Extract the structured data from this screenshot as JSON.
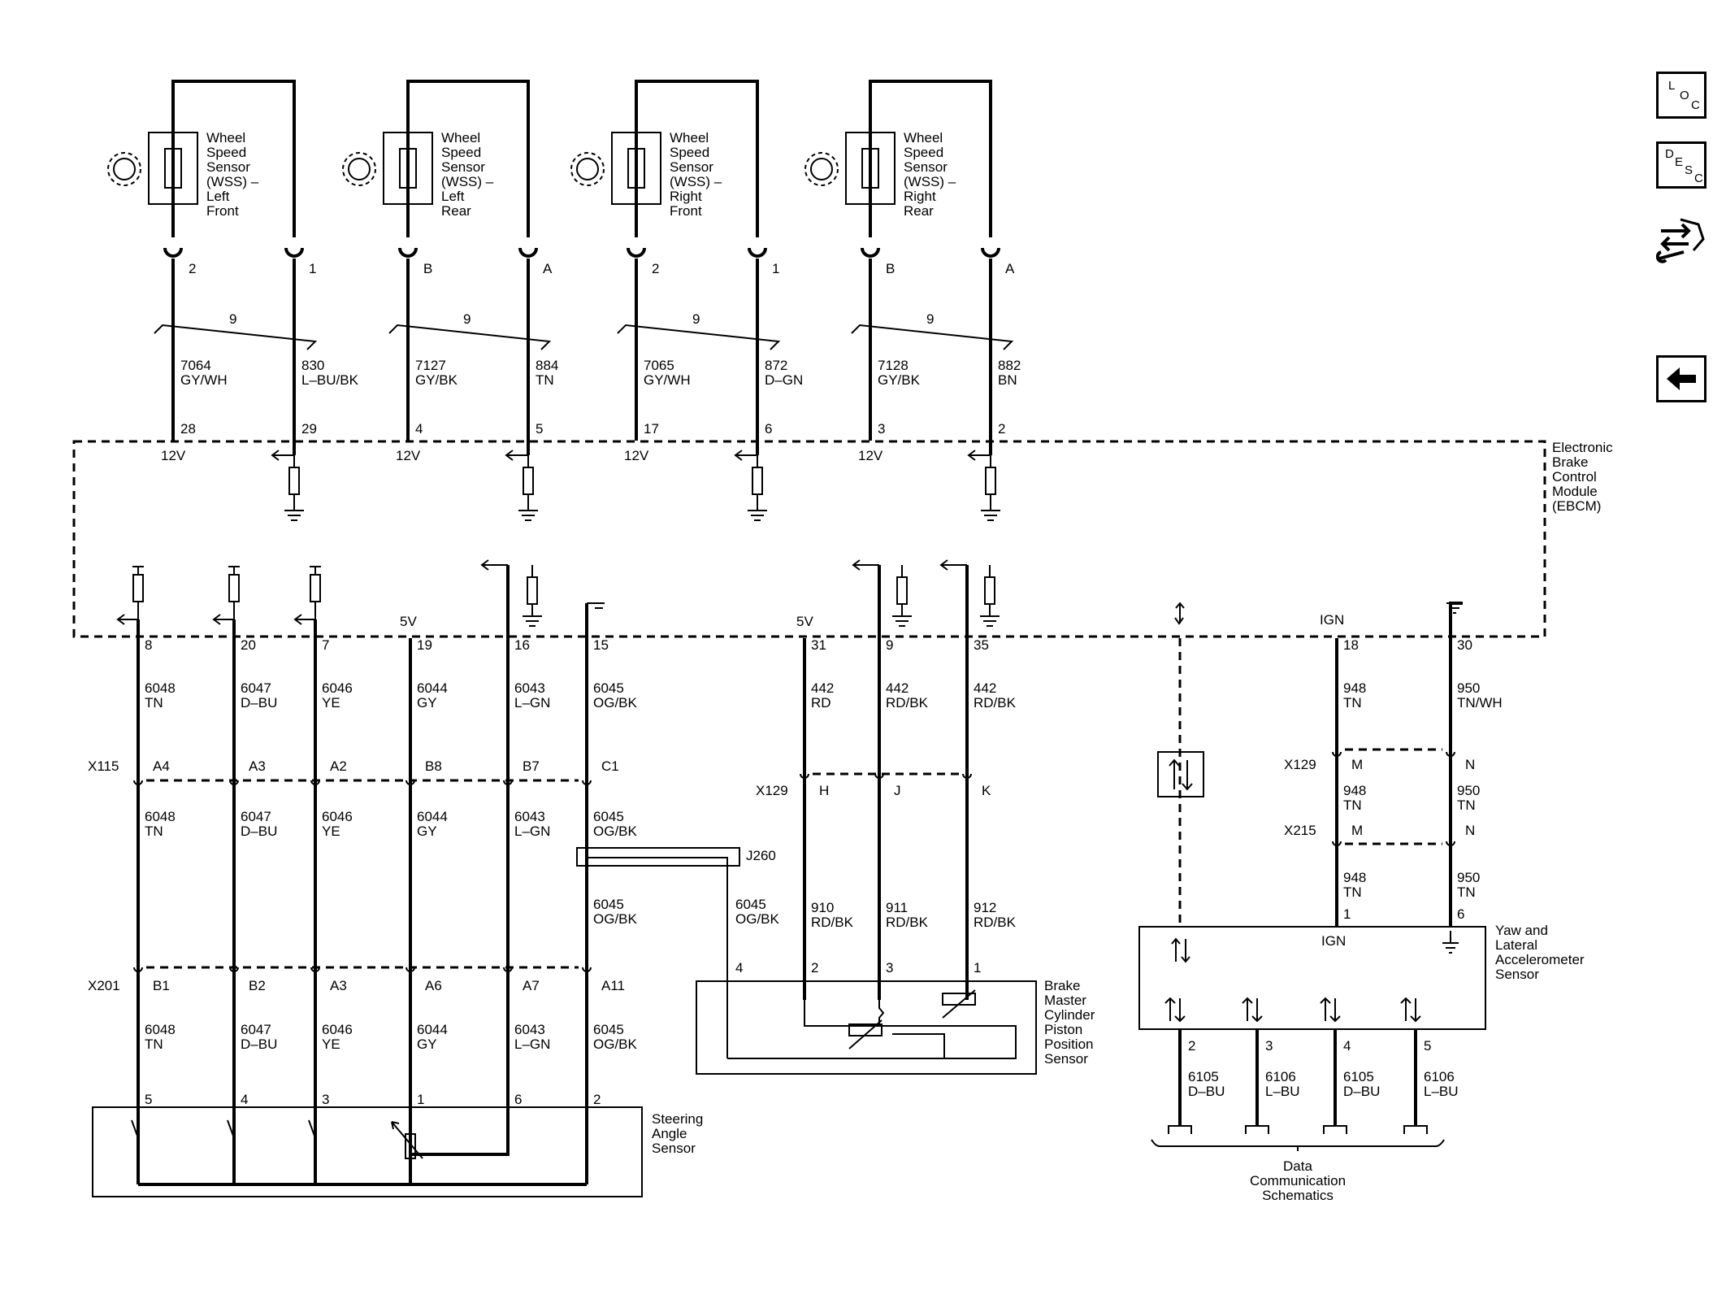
{
  "wheel_sensors": [
    {
      "label": [
        "Wheel",
        "Speed",
        "Sensor",
        "(WSS) –",
        "Left",
        "Front"
      ],
      "pin_left": "2",
      "pin_right": "1",
      "wire_left_num": "7064",
      "wire_left_color": "GY/WH",
      "wire_right_num": "830",
      "wire_right_color": "L–BU/BK",
      "ecm_pin_left": "28",
      "ecm_pin_right": "29"
    },
    {
      "label": [
        "Wheel",
        "Speed",
        "Sensor",
        "(WSS) –",
        "Left",
        "Rear"
      ],
      "pin_left": "B",
      "pin_right": "A",
      "wire_left_num": "7127",
      "wire_left_color": "GY/BK",
      "wire_right_num": "884",
      "wire_right_color": "TN",
      "ecm_pin_left": "4",
      "ecm_pin_right": "5"
    },
    {
      "label": [
        "Wheel",
        "Speed",
        "Sensor",
        "(WSS) –",
        "Right",
        "Front"
      ],
      "pin_left": "2",
      "pin_right": "1",
      "wire_left_num": "7065",
      "wire_left_color": "GY/WH",
      "wire_right_num": "872",
      "wire_right_color": "D–GN",
      "ecm_pin_left": "17",
      "ecm_pin_right": "6"
    },
    {
      "label": [
        "Wheel",
        "Speed",
        "Sensor",
        "(WSS) –",
        "Right",
        "Rear"
      ],
      "pin_left": "B",
      "pin_right": "A",
      "wire_left_num": "7128",
      "wire_left_color": "GY/BK",
      "wire_right_num": "882",
      "wire_right_color": "BN",
      "ecm_pin_left": "3",
      "ecm_pin_right": "2"
    }
  ],
  "twist_count": "9",
  "volt_12": "12V",
  "volt_5": "5V",
  "ign": "IGN",
  "ebcm_label": [
    "Electronic",
    "Brake",
    "Control",
    "Module",
    "(EBCM)"
  ],
  "steering": {
    "ebcm_pins": [
      "8",
      "20",
      "7",
      "19",
      "16",
      "15"
    ],
    "wires1": [
      [
        "6048",
        "TN"
      ],
      [
        "6047",
        "D–BU"
      ],
      [
        "6046",
        "YE"
      ],
      [
        "6044",
        "GY"
      ],
      [
        "6043",
        "L–GN"
      ],
      [
        "6045",
        "OG/BK"
      ]
    ],
    "x115_label": "X115",
    "x115_pins": [
      "A4",
      "A3",
      "A2",
      "B8",
      "B7",
      "C1"
    ],
    "wires2": [
      [
        "6048",
        "TN"
      ],
      [
        "6047",
        "D–BU"
      ],
      [
        "6046",
        "YE"
      ],
      [
        "6044",
        "GY"
      ],
      [
        "6043",
        "L–GN"
      ],
      [
        "6045",
        "OG/BK"
      ]
    ],
    "x201_label": "X201",
    "x201_pins": [
      "B1",
      "B2",
      "A3",
      "A6",
      "A7",
      "A11"
    ],
    "wires3": [
      [
        "6048",
        "TN"
      ],
      [
        "6047",
        "D–BU"
      ],
      [
        "6046",
        "YE"
      ],
      [
        "6044",
        "GY"
      ],
      [
        "6043",
        "L–GN"
      ],
      [
        "6045",
        "OG/BK"
      ]
    ],
    "sensor_pins": [
      "5",
      "4",
      "3",
      "1",
      "6",
      "2"
    ],
    "sensor_label": [
      "Steering",
      "Angle",
      "Sensor"
    ]
  },
  "splice": {
    "label": "J260",
    "wire_a": [
      "6045",
      "OG/BK"
    ],
    "wire_b": [
      "6045",
      "OG/BK"
    ]
  },
  "brake_master": {
    "ebcm_pins": [
      "31",
      "9",
      "35"
    ],
    "wires1": [
      [
        "442",
        "RD"
      ],
      [
        "442",
        "RD/BK"
      ],
      [
        "442",
        "RD/BK"
      ]
    ],
    "x129_label": "X129",
    "x129_pins": [
      "H",
      "J",
      "K"
    ],
    "wires2": [
      [
        "910",
        "RD/BK"
      ],
      [
        "911",
        "RD/BK"
      ],
      [
        "912",
        "RD/BK"
      ]
    ],
    "sensor_pins": [
      "4",
      "2",
      "3",
      "1"
    ],
    "label": [
      "Brake",
      "Master",
      "Cylinder",
      "Piston",
      "Position",
      "Sensor"
    ]
  },
  "yaw": {
    "ebcm_pins": [
      "18",
      "30"
    ],
    "wires1": [
      [
        "948",
        "TN"
      ],
      [
        "950",
        "TN/WH"
      ]
    ],
    "x129_label": "X129",
    "x129_pins": [
      "M",
      "N"
    ],
    "wires2": [
      [
        "948",
        "TN"
      ],
      [
        "950",
        "TN"
      ]
    ],
    "x215_label": "X215",
    "x215_pins": [
      "M",
      "N"
    ],
    "wires3": [
      [
        "948",
        "TN"
      ],
      [
        "950",
        "TN"
      ]
    ],
    "sensor_pins": [
      "1",
      "6"
    ],
    "label": [
      "Yaw and",
      "Lateral",
      "Accelerometer",
      "Sensor"
    ],
    "bus_pins": [
      "2",
      "3",
      "4",
      "5"
    ],
    "bus_wires": [
      [
        "6105",
        "D–BU"
      ],
      [
        "6106",
        "L–BU"
      ],
      [
        "6105",
        "D–BU"
      ],
      [
        "6106",
        "L–BU"
      ]
    ],
    "data_label": [
      "Data",
      "Communication",
      "Schematics"
    ]
  },
  "side_buttons": {
    "loc": [
      "L",
      "O",
      "C"
    ],
    "desc": [
      "D",
      "E",
      "S",
      "C"
    ]
  }
}
